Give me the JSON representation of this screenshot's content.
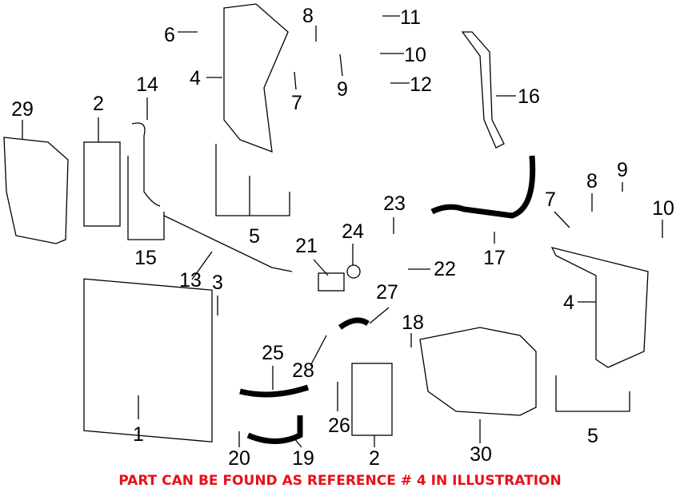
{
  "callouts": [
    "6",
    "8",
    "11",
    "10",
    "4",
    "7",
    "9",
    "12",
    "16",
    "29",
    "2",
    "14",
    "5",
    "15",
    "13",
    "3",
    "21",
    "24",
    "23",
    "22",
    "17",
    "7",
    "8",
    "9",
    "10",
    "4",
    "27",
    "18",
    "28",
    "25",
    "1",
    "26",
    "20",
    "19",
    "2",
    "30",
    "5"
  ],
  "note": "PART CAN BE FOUND AS REFERENCE # 4 IN ILLUSTRATION",
  "colors": {
    "note": "#e8101a"
  }
}
